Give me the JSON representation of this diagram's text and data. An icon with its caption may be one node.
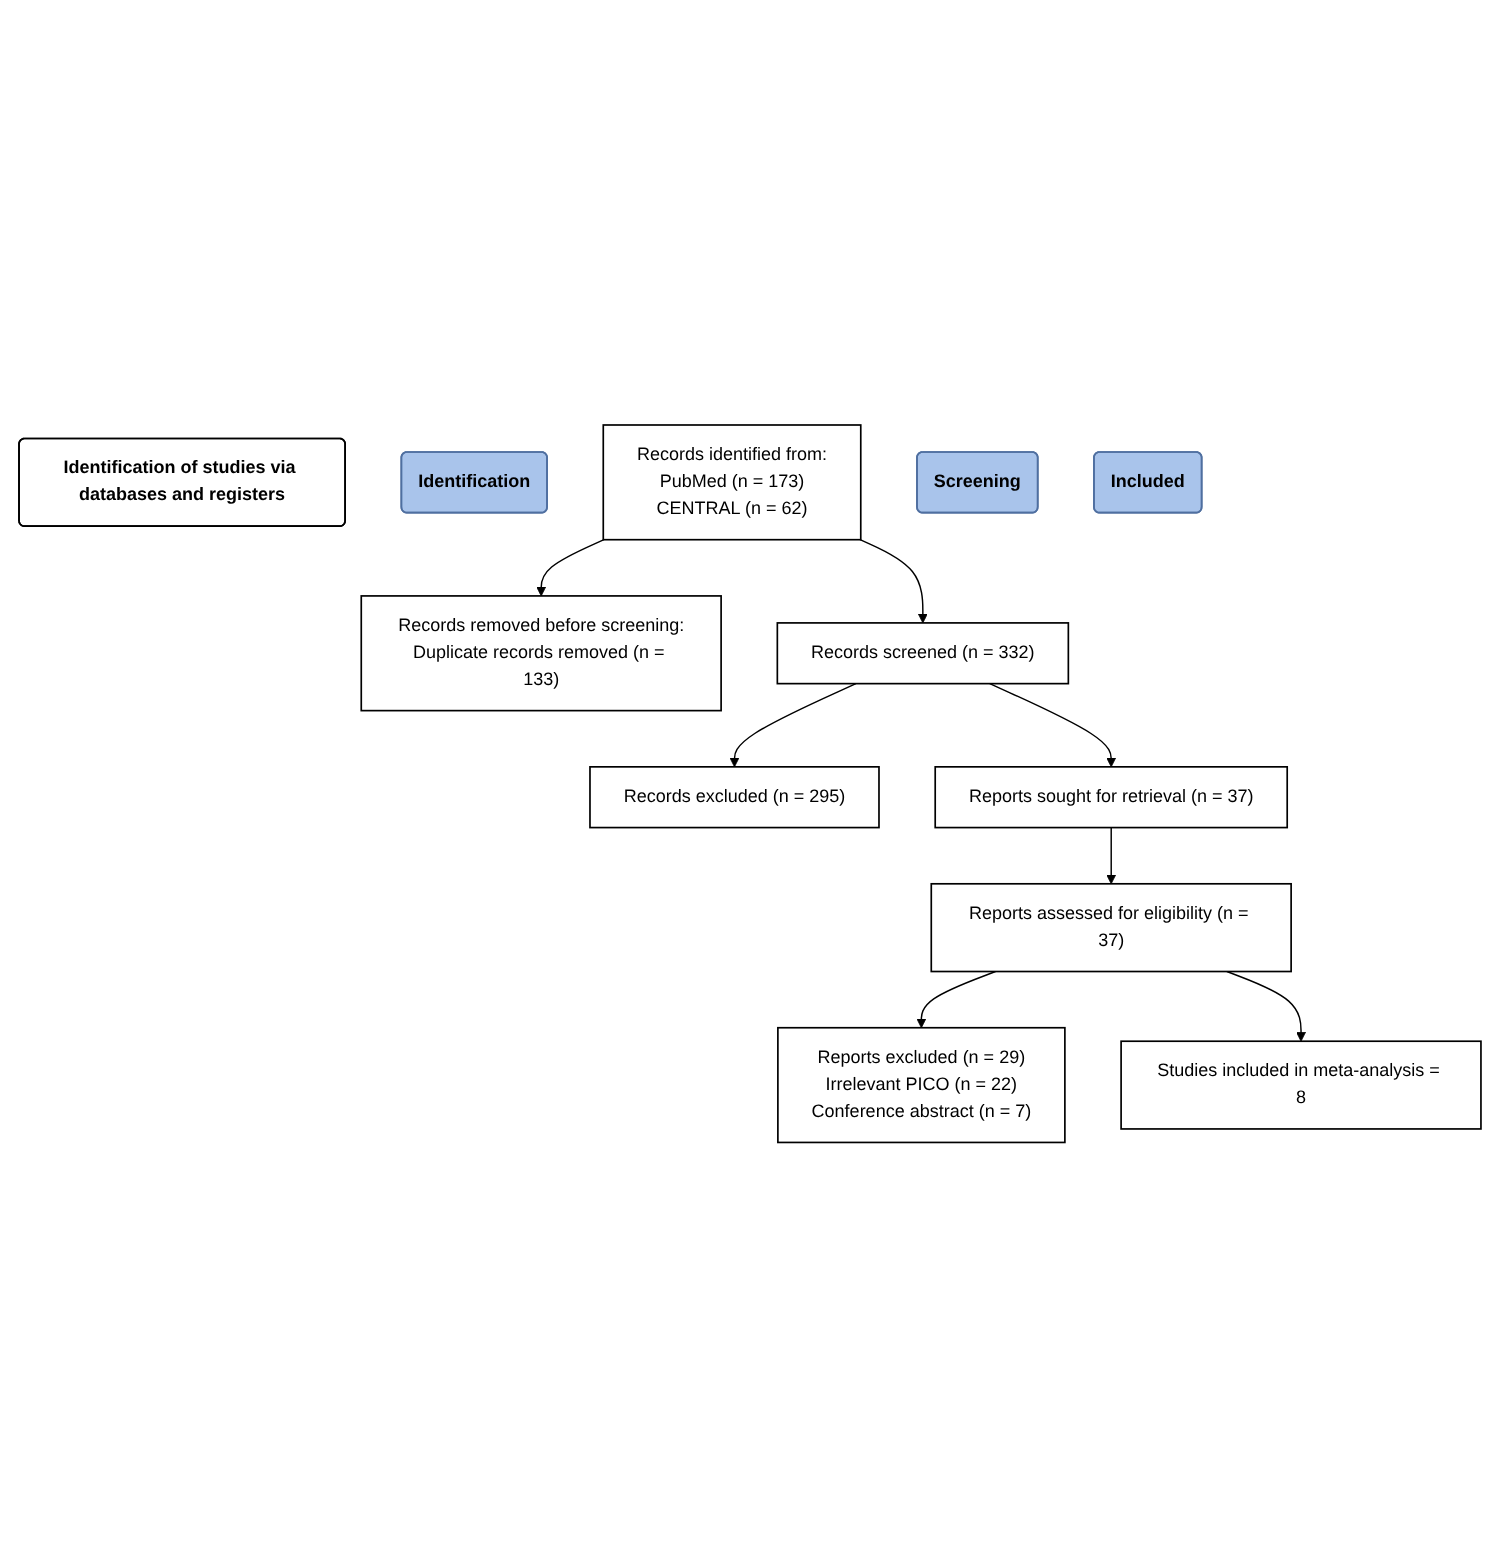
{
  "diagram": {
    "nodes": [
      {
        "text": [
          "Identification of studies via databases and registers"
        ]
      },
      {
        "text": [
          "Identification"
        ]
      },
      {
        "text": [
          "Records identified from:",
          "PubMed (n = 173)",
          "CENTRAL (n = 62)"
        ]
      },
      {
        "text": [
          "Records removed before screening:",
          "Duplicate records removed (n = 133)"
        ]
      },
      {
        "text": [
          "Screening"
        ]
      },
      {
        "text": [
          "Records screened (n = 332)"
        ]
      },
      {
        "text": [
          "Records excluded (n = 295)"
        ]
      },
      {
        "text": [
          "Reports sought for retrieval (n = 37)"
        ]
      },
      {
        "text": [
          "Reports assessed for eligibility (n = 37)"
        ]
      },
      {
        "text": [
          "Reports excluded (n = 29)",
          "Irrelevant PICO (n = 22)",
          "Conference abstract (n = 7)"
        ]
      },
      {
        "text": [
          "Included"
        ]
      },
      {
        "text": [
          "Studies included in meta-analysis = 8"
        ]
      }
    ],
    "edges": [
      {
        "from": 2,
        "to": 3,
        "arrow": "to"
      },
      {
        "from": 2,
        "to": 5,
        "arrow": "to"
      },
      {
        "from": 5,
        "to": 6,
        "arrow": "to"
      },
      {
        "from": 5,
        "to": 7,
        "arrow": "to"
      },
      {
        "from": 7,
        "to": 8,
        "arrow": "to"
      },
      {
        "from": 8,
        "to": 9,
        "arrow": "to"
      },
      {
        "from": 8,
        "to": 11,
        "arrow": "to"
      }
    ]
  }
}
